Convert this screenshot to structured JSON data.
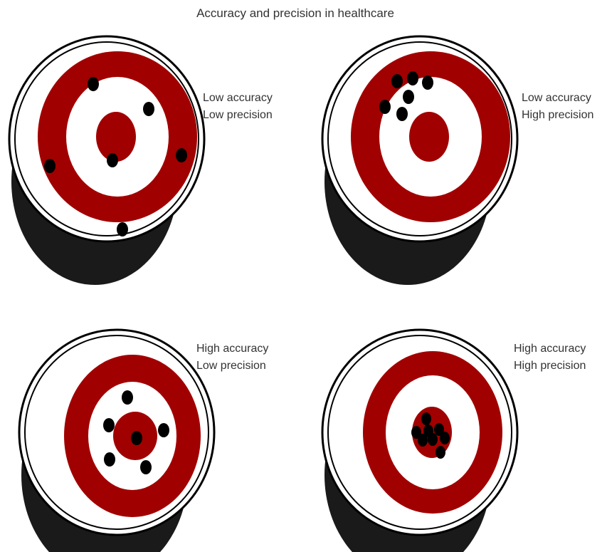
{
  "title": "Accuracy and precision in healthcare",
  "colors": {
    "ring": "#a10000",
    "shadow": "#1a1a1a",
    "face": "#ffffff",
    "hit": "#000000",
    "text": "#333333"
  },
  "targets": [
    {
      "id": "low-acc-low-prec",
      "accuracy_label": "Low accuracy",
      "precision_label": "Low precision",
      "hit_count": 6
    },
    {
      "id": "low-acc-high-prec",
      "accuracy_label": "Low accuracy",
      "precision_label": "High precision",
      "hit_count": 6
    },
    {
      "id": "high-acc-low-prec",
      "accuracy_label": "High accuracy",
      "precision_label": "Low precision",
      "hit_count": 6
    },
    {
      "id": "high-acc-high-prec",
      "accuracy_label": "High accuracy",
      "precision_label": "High precision",
      "hit_count": 8
    }
  ]
}
